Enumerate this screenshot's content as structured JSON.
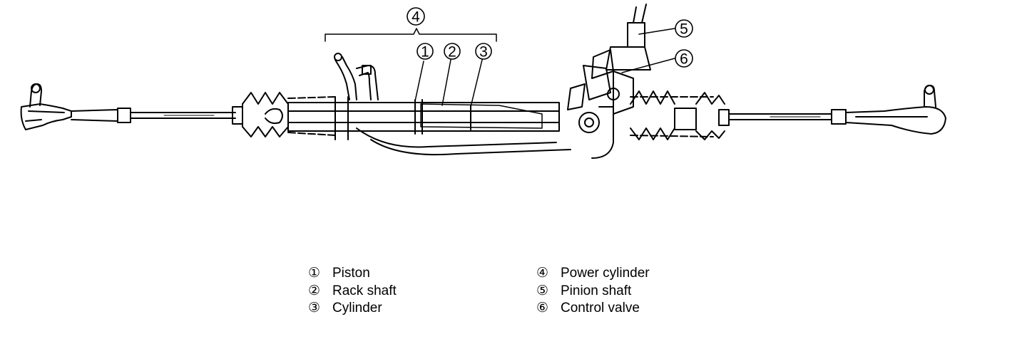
{
  "callouts": [
    {
      "num": "4"
    },
    {
      "num": "1"
    },
    {
      "num": "2"
    },
    {
      "num": "3"
    },
    {
      "num": "5"
    },
    {
      "num": "6"
    }
  ],
  "legend": {
    "left": [
      {
        "num": "①",
        "label": "Piston"
      },
      {
        "num": "②",
        "label": "Rack shaft"
      },
      {
        "num": "③",
        "label": "Cylinder"
      }
    ],
    "right": [
      {
        "num": "④",
        "label": "Power cylinder"
      },
      {
        "num": "⑤",
        "label": "Pinion shaft"
      },
      {
        "num": "⑥",
        "label": "Control valve"
      }
    ]
  }
}
